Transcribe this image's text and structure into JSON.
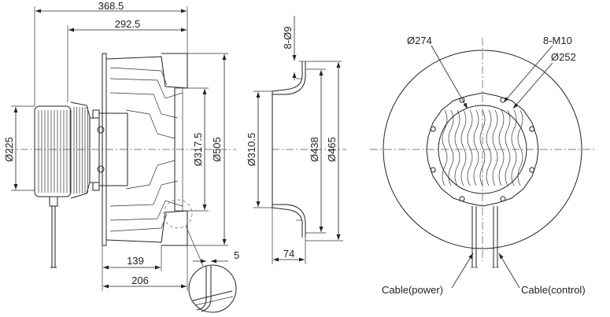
{
  "side_view": {
    "dim_overall_length": "368.5",
    "dim_impeller_length": "292.5",
    "dim_motor_dia": "Ø225",
    "dim_inlet_dia": "Ø317.5",
    "dim_outer_dia": "Ø505",
    "dim_139": "139",
    "dim_206": "206",
    "dim_5": "5"
  },
  "ring_view": {
    "dim_8_holes": "8-Ø9",
    "dim_310": "Ø310.5",
    "dim_438": "Ø438",
    "dim_465": "Ø465",
    "dim_74": "74"
  },
  "front_view": {
    "dim_274": "Ø274",
    "dim_m10": "8-M10",
    "dim_252": "Ø252",
    "cable_power": "Cable(power)",
    "cable_control": "Cable(control)"
  }
}
